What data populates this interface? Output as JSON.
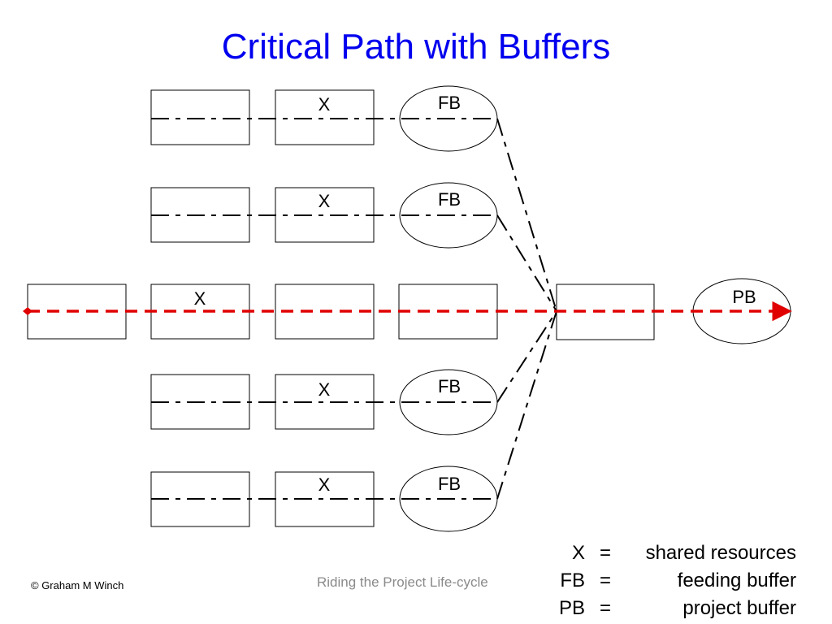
{
  "title": "Critical Path with Buffers",
  "colors": {
    "title": "#0000ee",
    "critical_path": "#e00000",
    "feeding_chain": "#000000"
  },
  "feeding_chains": [
    {
      "shared_resource_label": "X",
      "buffer_label": "FB"
    },
    {
      "shared_resource_label": "X",
      "buffer_label": "FB"
    },
    {
      "shared_resource_label": "X",
      "buffer_label": "FB"
    },
    {
      "shared_resource_label": "X",
      "buffer_label": "FB"
    }
  ],
  "critical_chain": {
    "shared_resource_label": "X",
    "project_buffer_label": "PB"
  },
  "legend": [
    {
      "symbol": "X",
      "equals": "=",
      "description": "shared resources"
    },
    {
      "symbol": "FB",
      "equals": "=",
      "description": "feeding buffer"
    },
    {
      "symbol": "PB",
      "equals": "=",
      "description": "project buffer"
    }
  ],
  "footer": {
    "copyright": "© Graham M Winch",
    "center": "Riding the Project Life-cycle"
  }
}
